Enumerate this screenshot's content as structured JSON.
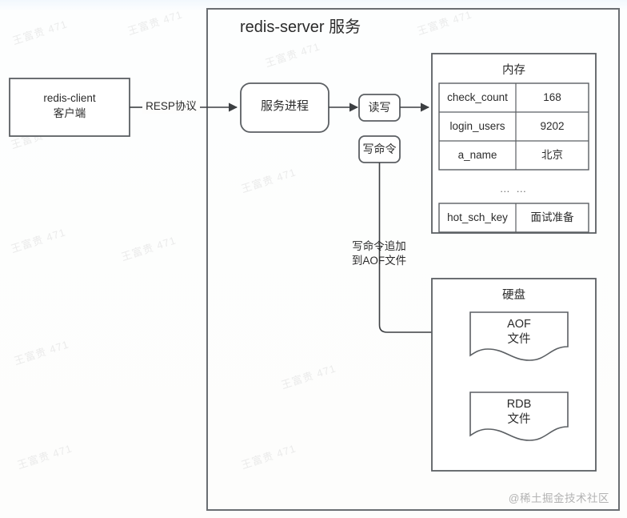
{
  "diagram": {
    "title": "redis-server 服务",
    "client": {
      "line1": "redis-client",
      "line2": "客户端"
    },
    "protocol_label": "RESP协议",
    "process_box": "服务进程",
    "read_write_box": "读写",
    "write_command_box": "写命令",
    "aof_append_note_line1": "写命令追加",
    "aof_append_note_line2": "到AOF文件",
    "memory": {
      "title": "内存",
      "rows_top": [
        {
          "key": "check_count",
          "value": "168"
        },
        {
          "key": "login_users",
          "value": "9202"
        },
        {
          "key": "a_name",
          "value": "北京"
        }
      ],
      "ellipsis": "… …",
      "rows_bottom": [
        {
          "key": "hot_sch_key",
          "value": "面试准备"
        }
      ]
    },
    "disk": {
      "title": "硬盘",
      "files": [
        {
          "line1": "AOF",
          "line2": "文件"
        },
        {
          "line1": "RDB",
          "line2": "文件"
        }
      ]
    },
    "watermark_credit": "@稀土掘金技术社区",
    "watermark_tiles": [
      "王富贵 471",
      "王富贵 471",
      "王富贵 471",
      "王富贵 471",
      "王富贵 471",
      "王富贵 471",
      "王富贵 471",
      "王富贵 471",
      "王富贵 471",
      "王富贵 471",
      "王富贵 471",
      "王富贵 471"
    ],
    "colors": {
      "stroke": "#5b5f63",
      "text": "#2b2b2b",
      "background": "#fdfdfc",
      "watermark": "#c9c9c9"
    }
  }
}
